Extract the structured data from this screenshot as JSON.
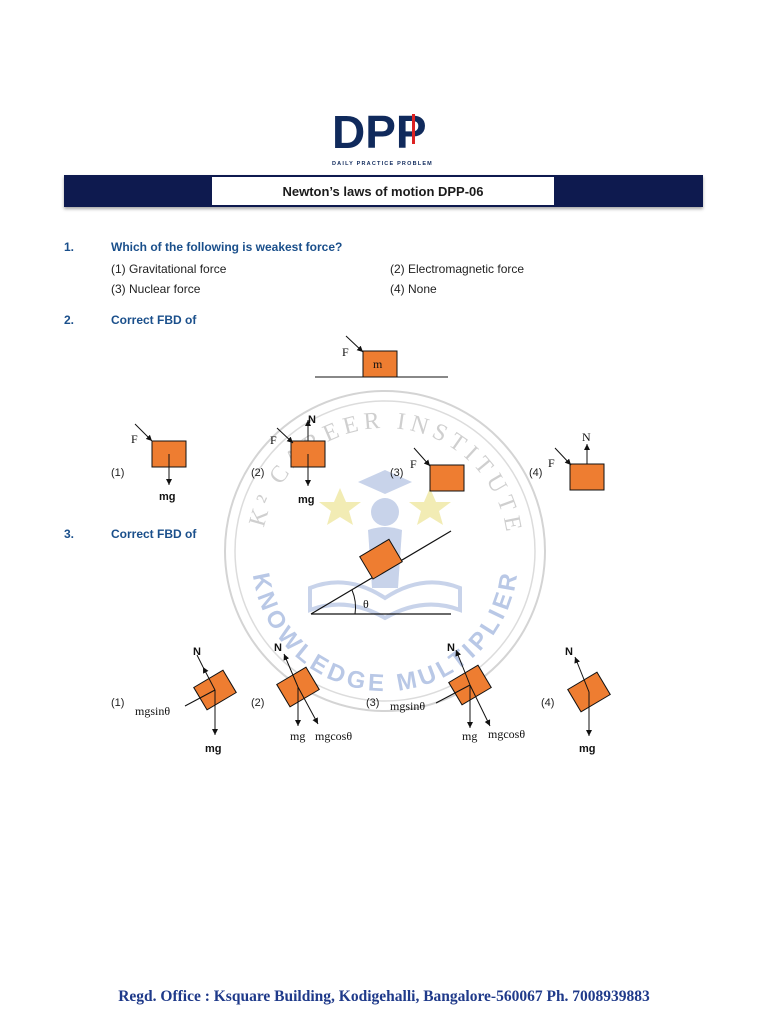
{
  "header": {
    "logo_text": "DPP",
    "logo_subtitle": "DAILY PRACTICE PROBLEM",
    "title": "Newton’s laws of motion DPP-06"
  },
  "watermark": {
    "arc_top": "K² CAREER INSTITUTE",
    "arc_bottom": "KNOWLEDGE MULTIPLIER"
  },
  "questions": [
    {
      "number": "1.",
      "text": "Which of the following is weakest force?",
      "options": [
        "(1)  Gravitational force",
        "(2) Electromagnetic force",
        "(3)  Nuclear force",
        "(4) None"
      ]
    },
    {
      "number": "2.",
      "text": "Correct FBD of",
      "figure": {
        "force_label": "F",
        "mass_label": "m"
      },
      "options": [
        {
          "marker": "(1)",
          "labels": [
            "F",
            "mg"
          ]
        },
        {
          "marker": "(2)",
          "labels": [
            "N",
            "F",
            "mg"
          ]
        },
        {
          "marker": "(3)",
          "labels": [
            "F"
          ]
        },
        {
          "marker": "(4)",
          "labels": [
            "N",
            "F"
          ]
        }
      ]
    },
    {
      "number": "3.",
      "text": "Correct FBD of",
      "figure": {
        "angle_label": "θ"
      },
      "options": [
        {
          "marker": "(1)",
          "labels": [
            "N",
            "mgsinθ",
            "mg"
          ]
        },
        {
          "marker": "(2)",
          "labels": [
            "N",
            "mg",
            "mgcosθ"
          ]
        },
        {
          "marker": "(3)",
          "labels": [
            "mgsinθ",
            "N",
            "mg",
            "mgcosθ"
          ]
        },
        {
          "marker": "(4)",
          "labels": [
            "N",
            "mg"
          ]
        }
      ]
    }
  ],
  "footer": {
    "text": "Regd. Office : Ksquare Building, Kodigehalli, Bangalore-560067 Ph. 7008939883"
  },
  "colors": {
    "header_bar": "#0e1a4f",
    "block": "#ee7d31",
    "question_blue": "#1a4f8b",
    "footer_blue": "#1f3a8a"
  }
}
